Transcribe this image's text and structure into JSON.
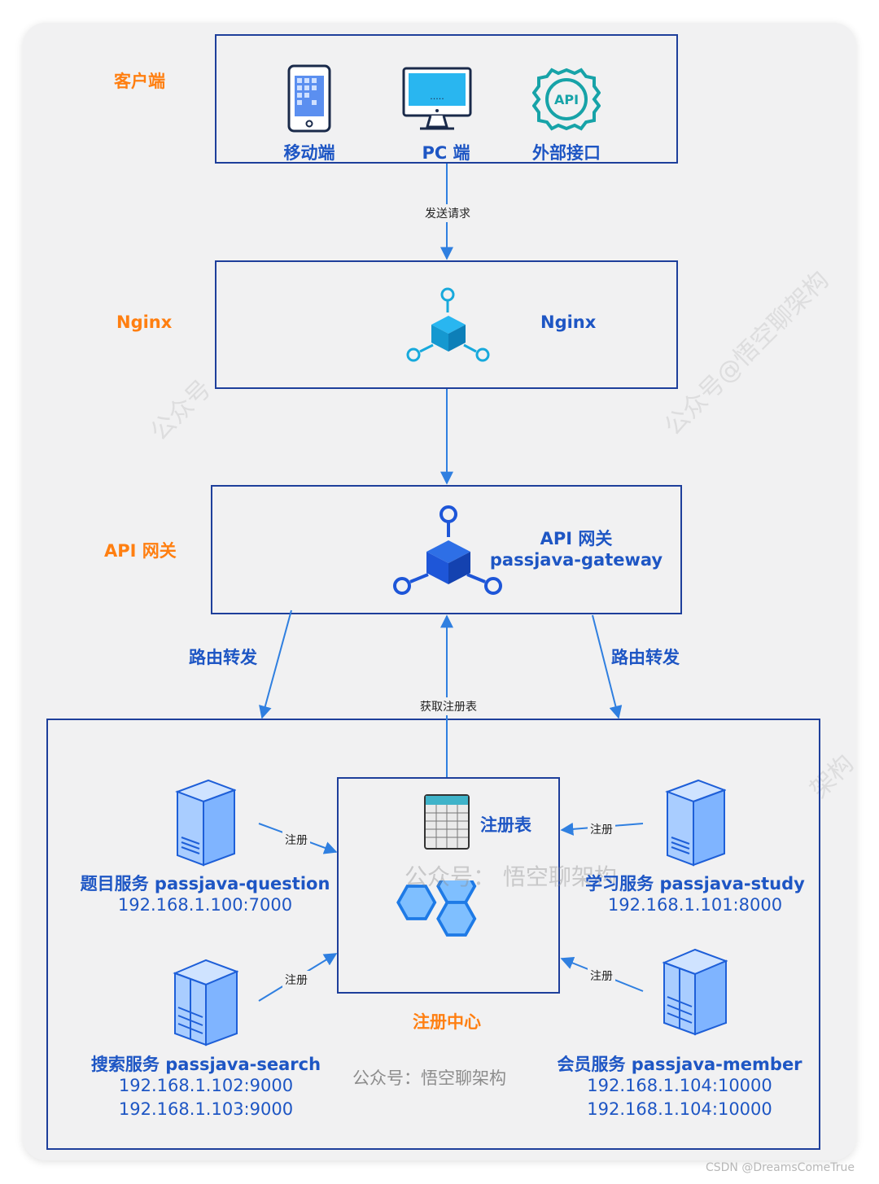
{
  "layers": {
    "client": "客户端",
    "nginx": "Nginx",
    "gateway": "API 网关",
    "registry_center": "注册中心"
  },
  "clients": [
    {
      "label": "移动端"
    },
    {
      "label": "PC 端"
    },
    {
      "label": "外部接口",
      "badge": "API"
    }
  ],
  "nginx_box": {
    "label": "Nginx"
  },
  "gateway_box": {
    "title": "API 网关",
    "subtitle": "passjava-gateway"
  },
  "edges": {
    "send_request": "发送请求",
    "route_left": "路由转发",
    "route_right": "路由转发",
    "get_registry": "获取注册表",
    "register": "注册"
  },
  "registry": {
    "label": "注册表"
  },
  "services": {
    "question": {
      "name": "题目服务 passjava-question",
      "addrs": [
        "192.168.1.100:7000"
      ]
    },
    "study": {
      "name": "学习服务 passjava-study",
      "addrs": [
        "192.168.1.101:8000"
      ]
    },
    "search": {
      "name": "搜索服务 passjava-search",
      "addrs": [
        "192.168.1.102:9000",
        "192.168.1.103:9000"
      ]
    },
    "member": {
      "name": "会员服务 passjava-member",
      "addrs": [
        "192.168.1.104:10000",
        "192.168.1.104:10000"
      ]
    }
  },
  "watermarks": {
    "center": "公众号： 悟空聊架构",
    "bottom": "公众号：悟空聊架构",
    "diagonal": "公众号@悟空聊架构",
    "fragment_left": "公众号",
    "fragment_right": "架构"
  },
  "footer": "CSDN @DreamsComeTrue",
  "colors": {
    "accent_orange": "#ff7f11",
    "text_blue": "#1e56c4",
    "box_border": "#1e3f9b",
    "arrow": "#2f7fe0",
    "icon_cyan": "#17a9dc"
  }
}
